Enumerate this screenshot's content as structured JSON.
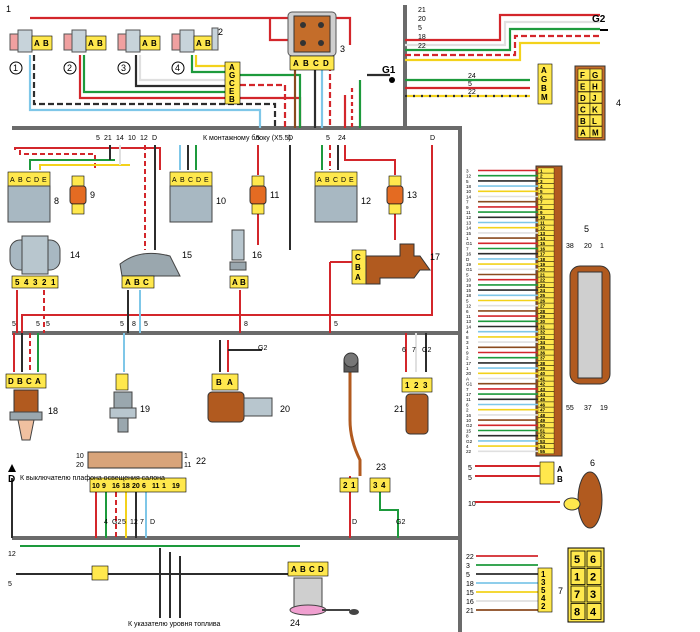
{
  "component_numbers": [
    "1",
    "2",
    "3",
    "4",
    "5",
    "6",
    "7",
    "8",
    "9",
    "10",
    "11",
    "12",
    "13",
    "14",
    "15",
    "16",
    "17",
    "18",
    "19",
    "20",
    "21",
    "22",
    "23",
    "24"
  ],
  "ground_labels": {
    "g1": "G1",
    "g2": "G2"
  },
  "injectors": [
    {
      "circle_number": "1",
      "pins": [
        "A",
        "B"
      ]
    },
    {
      "circle_number": "2",
      "pins": [
        "A",
        "B"
      ]
    },
    {
      "circle_number": "3",
      "pins": [
        "A",
        "B"
      ]
    },
    {
      "circle_number": "4",
      "pins": [
        "A",
        "B"
      ]
    }
  ],
  "module3_pins": [
    "A",
    "B",
    "C",
    "D"
  ],
  "connector_top_pins": [
    "A",
    "G",
    "C",
    "E",
    "B"
  ],
  "connector4": {
    "pins": [
      "A",
      "G",
      "B",
      "M"
    ],
    "block_grid": [
      [
        "F",
        "G"
      ],
      [
        "E",
        "H"
      ],
      [
        "D",
        "J"
      ],
      [
        "C",
        "K"
      ],
      [
        "B",
        "L"
      ],
      [
        "A",
        "M"
      ]
    ]
  },
  "top_right_wires": [
    "21",
    "20",
    "5",
    "18",
    "22"
  ],
  "conn4_wires": [
    "24",
    "5",
    "22"
  ],
  "ecu_connector5": {
    "pins": [
      "1",
      "2",
      "3",
      "4",
      "5",
      "6",
      "7",
      "8",
      "9",
      "10",
      "11",
      "12",
      "13",
      "14",
      "15",
      "16",
      "17",
      "18",
      "19",
      "20",
      "21",
      "22",
      "23",
      "24",
      "25",
      "26",
      "27",
      "28",
      "29",
      "30",
      "31",
      "32",
      "33",
      "34",
      "35",
      "36",
      "37",
      "38",
      "39",
      "40",
      "41",
      "42",
      "43",
      "44",
      "45",
      "46",
      "47",
      "48",
      "49",
      "50",
      "51",
      "52",
      "53",
      "54",
      "55"
    ],
    "wires": [
      "3",
      "12",
      "5",
      "18",
      "10",
      "14",
      "7",
      "9",
      "11",
      "12",
      "13",
      "14",
      "15",
      "1",
      "G1",
      "7",
      "16",
      "D",
      "19",
      "G1",
      "5",
      "10",
      "19",
      "15",
      "18",
      "5",
      "12",
      "6",
      "11",
      "13",
      "14",
      "4",
      "8",
      "3",
      "1",
      "9",
      "2",
      "17",
      "1",
      "20",
      "A",
      "G1",
      "7",
      "17",
      "11",
      "6",
      "2",
      "16",
      "10",
      "G2",
      "15",
      "8",
      "G2",
      "4",
      "22"
    ],
    "drawing_labels": [
      "38",
      "20",
      "1",
      "55",
      "37",
      "19"
    ]
  },
  "relay_blocks": [
    {
      "number": "8",
      "pins": [
        "A",
        "B",
        "C",
        "D",
        "E"
      ]
    },
    {
      "number": "10",
      "pins": [
        "A",
        "B",
        "C",
        "D",
        "E"
      ]
    },
    {
      "number": "12",
      "pins": [
        "A",
        "B",
        "C",
        "D",
        "E"
      ]
    }
  ],
  "fuse_numbers": [
    "9",
    "11",
    "13"
  ],
  "middle_wire_labels": [
    "5",
    "21",
    "14",
    "10",
    "12",
    "D",
    "5",
    "D",
    "5",
    "24",
    "D"
  ],
  "mounting_block_note": "К монтажному блоку (Х5.5)",
  "sensor14_pins": [
    "5",
    "4",
    "3",
    "2",
    "1"
  ],
  "sensor15_pins": [
    "A",
    "B",
    "C"
  ],
  "sensor16_pins": [
    "A",
    "B"
  ],
  "sensor17_pins": [
    "C",
    "B",
    "A"
  ],
  "row3_wire_labels": [
    "5",
    "5",
    "5",
    "5",
    "8",
    "5",
    "8",
    "5"
  ],
  "sensor18_pins": [
    "D",
    "B",
    "C",
    "A"
  ],
  "sensor20_pins": [
    "B",
    "A"
  ],
  "sensor21_pins": [
    "1",
    "2",
    "3"
  ],
  "sensor21_wires": [
    "6",
    "7",
    "G2"
  ],
  "connector22": {
    "left_top": "10",
    "left_bottom": "20",
    "right_top": "1",
    "right_bottom": "11"
  },
  "connector22_pins": [
    "10",
    "9",
    "16",
    "18",
    "20",
    "6",
    "11",
    "1",
    "19"
  ],
  "connector22_wire_labels": [
    "4",
    "G2",
    "5",
    "12",
    "7",
    "D"
  ],
  "lamp_note": "К выключателю плафона освещения салона",
  "connector23_pins": [
    "2",
    "1",
    "3",
    "4"
  ],
  "connector23_wire_labels": [
    "D",
    "G2"
  ],
  "left_labels": [
    "D",
    "12",
    "5"
  ],
  "bottom_right_wires": [
    "22",
    "3",
    "5",
    "18",
    "15",
    "16",
    "21"
  ],
  "relay7": {
    "pins": [
      "1",
      "3",
      "5",
      "4",
      "2"
    ],
    "block": [
      "5",
      "6",
      "1",
      "2",
      "7",
      "3",
      "8",
      "4"
    ]
  },
  "connector6": {
    "pins": [
      "A",
      "B"
    ],
    "wires": [
      "5",
      "5",
      "10"
    ]
  },
  "fuel_pump": {
    "pins": [
      "A",
      "B",
      "C",
      "D"
    ],
    "note": "К указателю уровня топлива"
  }
}
